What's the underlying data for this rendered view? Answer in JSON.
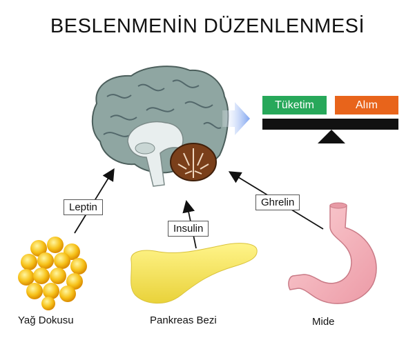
{
  "title": "BESLENMENİN DÜZENLENMESİ",
  "balance": {
    "left_label": "Tüketim",
    "right_label": "Alım",
    "left_color": "#27a85a",
    "right_color": "#e8641b"
  },
  "signals": {
    "leptin": "Leptin",
    "insulin": "Insulin",
    "ghrelin": "Ghrelin"
  },
  "organs": {
    "fat": "Yağ Dokusu",
    "pancreas": "Pankreas Bezi",
    "stomach": "Mide"
  },
  "icons": [
    "brain-icon",
    "fat-tissue-icon",
    "pancreas-icon",
    "stomach-icon",
    "balance-scale-icon"
  ]
}
